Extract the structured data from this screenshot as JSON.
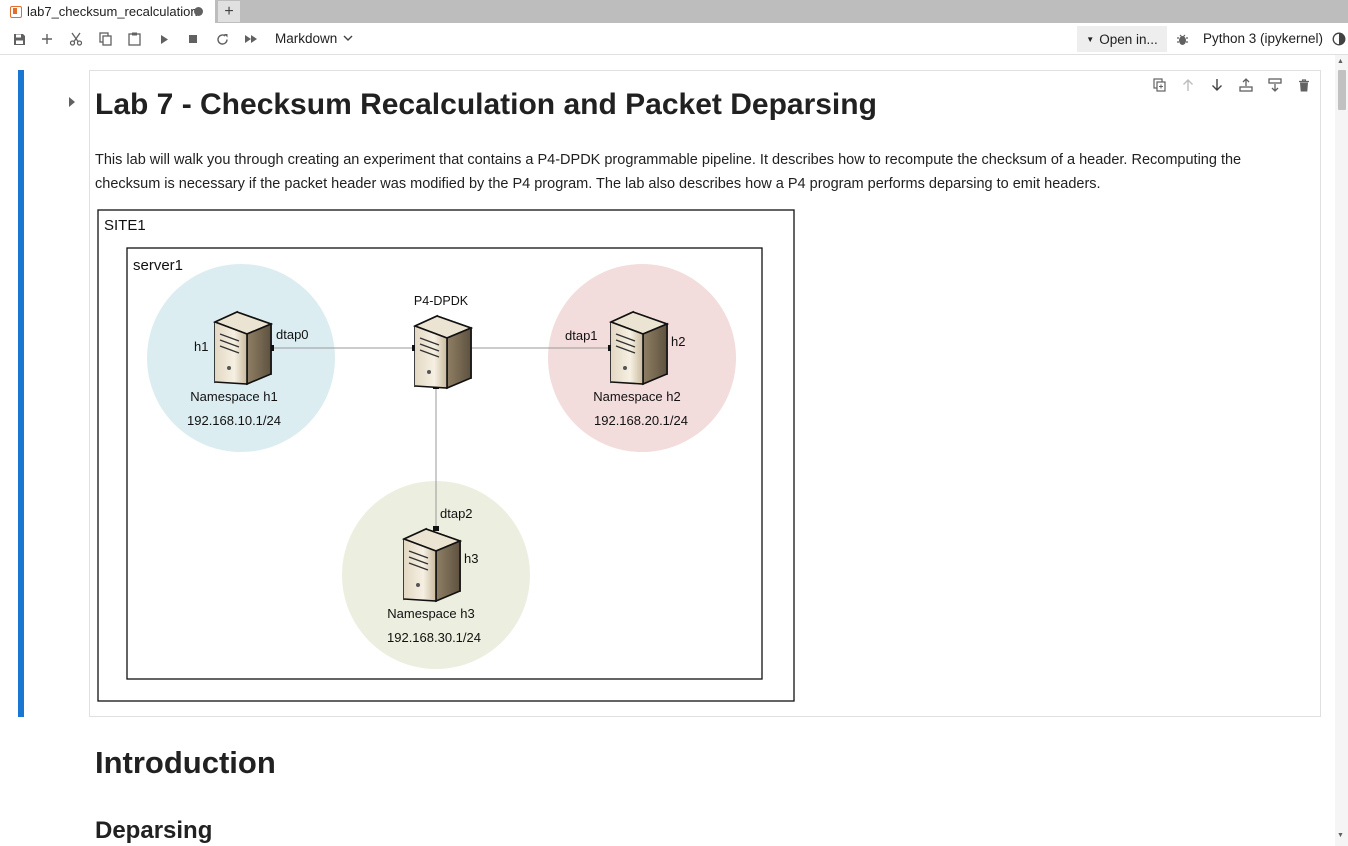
{
  "tab": {
    "title": "lab7_checksum_recalculation"
  },
  "toolbar": {
    "cell_type": "Markdown",
    "open_in": "Open in...",
    "kernel": "Python 3 (ipykernel)"
  },
  "cell": {
    "title": "Lab 7 - Checksum Recalculation and Packet Deparsing",
    "paragraph_line1": "This lab will walk you through creating an experiment that contains a P4-DPDK programmable pipeline. It describes how to recompute the checksum of a header. Recomputing the",
    "paragraph_line2": "checksum is necessary if the packet header was modified by the P4 program. The lab also describes how a P4 program performs deparsing to emit headers."
  },
  "diagram": {
    "site_label": "SITE1",
    "server_label": "server1",
    "switch_label": "P4-DPDK",
    "hosts": [
      {
        "name": "h1",
        "iface": "dtap0",
        "namespace": "Namespace h1",
        "ip": "192.168.10.1/24",
        "color": "#dcedf2"
      },
      {
        "name": "h2",
        "iface": "dtap1",
        "namespace": "Namespace h2",
        "ip": "192.168.20.1/24",
        "color": "#f3dcdc"
      },
      {
        "name": "h3",
        "iface": "dtap2",
        "namespace": "Namespace h3",
        "ip": "192.168.30.1/24",
        "color": "#ecefdf"
      }
    ]
  },
  "sections": {
    "introduction": "Introduction",
    "deparsing": "Deparsing"
  },
  "colors": {
    "accent": "#1976d2",
    "tab_icon": "#e46e2e"
  }
}
